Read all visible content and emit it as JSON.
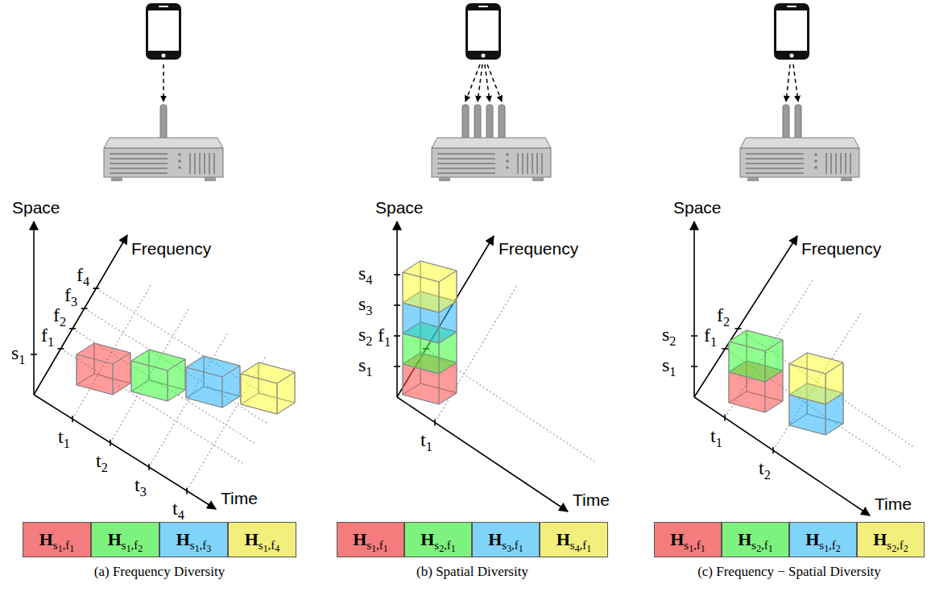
{
  "diagram": {
    "nodes": [
      {
        "text": [
          "Hs1,f1"
        ]
      },
      {
        "text": [
          "Hs1,f2"
        ]
      },
      {
        "text": [
          "Hs1,f3"
        ]
      },
      {
        "text": [
          "Hs1,f4"
        ]
      },
      {
        "text": [
          "Hs1,f1"
        ]
      },
      {
        "text": [
          "Hs2,f1"
        ]
      },
      {
        "text": [
          "Hs3,f1"
        ]
      },
      {
        "text": [
          "Hs4,f1"
        ]
      },
      {
        "text": [
          "Hs1,f1"
        ]
      },
      {
        "text": [
          "Hs2,f1"
        ]
      },
      {
        "text": [
          "Hs1,f2"
        ]
      },
      {
        "text": [
          "Hs2,f2"
        ]
      }
    ],
    "labels": [
      "Space",
      "s1",
      "Frequency",
      "f1",
      "f2",
      "f3",
      "f4",
      "t1",
      "t2",
      "t3",
      "t4",
      "Time",
      "(a) Frequency Diversity",
      "Space",
      "s4",
      "s3",
      "s2",
      "s1",
      "Frequency",
      "f1",
      "t1",
      "Time",
      "(b) Spatial Diversity",
      "Space",
      "s2",
      "s1",
      "Frequency",
      "f2",
      "f1",
      "t1",
      "t2",
      "Time",
      "(c) Frequency − Spatial Diversity"
    ]
  }
}
